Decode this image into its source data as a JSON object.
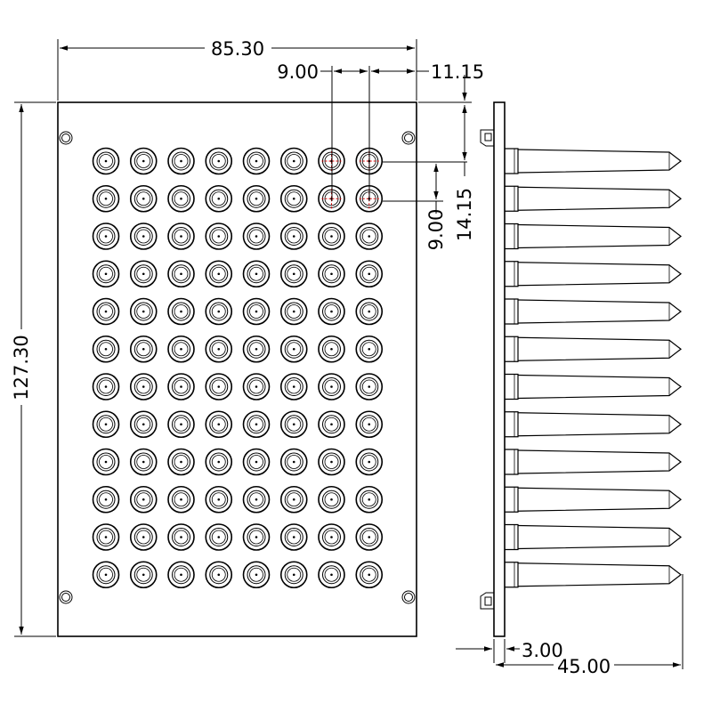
{
  "plate": {
    "rows": 12,
    "cols": 8,
    "highlighted_wells": [
      [
        0,
        6
      ],
      [
        0,
        7
      ],
      [
        1,
        6
      ],
      [
        1,
        7
      ]
    ]
  },
  "dimensions": {
    "width": "85.30",
    "height": "127.30",
    "pitch_x": "9.00",
    "pitch_y": "9.00",
    "offset_x": "11.15",
    "offset_y": "14.15",
    "flange": "3.00",
    "depth": "45.00"
  },
  "side_view": {
    "tubes": 12
  },
  "colors": {
    "line": "#000000",
    "highlight": "#e00000",
    "background": "#ffffff"
  }
}
